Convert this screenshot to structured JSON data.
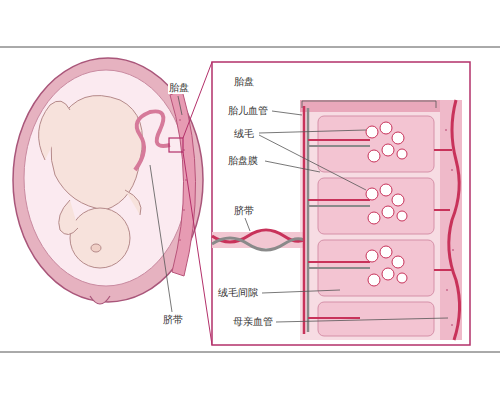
{
  "diagram": {
    "labels": [
      "胎盘",
      "脐带",
      "胎盘",
      "胎儿血管",
      "绒毛",
      "胎盘膜",
      "脐带",
      "绒毛间隙",
      "母亲血管"
    ]
  }
}
